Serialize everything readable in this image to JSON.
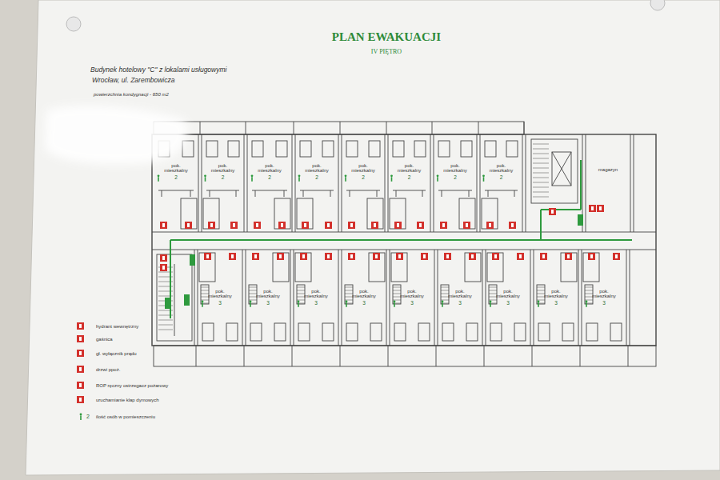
{
  "diagram": {
    "title": "PLAN EWAKUACJI",
    "nodes": [
      {
        "text": [
          "pok. mieszkalny",
          "2"
        ]
      },
      {
        "text": [
          "pok. mieszkalny",
          "2"
        ]
      },
      {
        "text": [
          "pok. mieszkalny",
          "2"
        ]
      },
      {
        "text": [
          "pok. mieszkalny",
          "2"
        ]
      },
      {
        "text": [
          "pok. mieszkalny",
          "2"
        ]
      },
      {
        "text": [
          "pok. mieszkalny",
          "2"
        ]
      },
      {
        "text": [
          "pok. mieszkalny",
          "2"
        ]
      },
      {
        "text": [
          "pok. mieszkalny",
          "2"
        ]
      },
      {
        "text": [
          "magazyn"
        ]
      },
      {
        "text": [
          "pok. mieszkalny",
          "3"
        ]
      },
      {
        "text": [
          "pok. mieszkalny",
          "3"
        ]
      },
      {
        "text": [
          "pok. mieszkalny",
          "3"
        ]
      },
      {
        "text": [
          "pok. mieszkalny",
          "3"
        ]
      },
      {
        "text": [
          "pok. mieszkalny",
          "3"
        ]
      },
      {
        "text": [
          "pok. mieszkalny",
          "3"
        ]
      },
      {
        "text": [
          "pok. mieszkalny",
          "3"
        ]
      },
      {
        "text": [
          "pok. mieszkalny",
          "3"
        ]
      },
      {
        "text": [
          "pok. mieszkalny",
          "3"
        ]
      }
    ],
    "labels": [
      "IV PIĘTRO",
      "Budynek hotelowy \"C\" z lokalami usługowymi",
      "Wrocław, ul. Zarembowicza",
      "powierzchnia kondygnacji - 650 m2",
      "2"
    ],
    "legend": [
      {
        "text": "hydrant wewnętrzny"
      },
      {
        "text": "gaśnica"
      },
      {
        "text": "gł. wyłącznik prądu"
      },
      {
        "text": "drzwi ppoż."
      },
      {
        "text": "ROP ręczny ostrzegacz pożarowy"
      },
      {
        "text": "uruchamianie klap dymowych"
      },
      {
        "text": "ilość osób w pomieszczeniu"
      }
    ]
  }
}
